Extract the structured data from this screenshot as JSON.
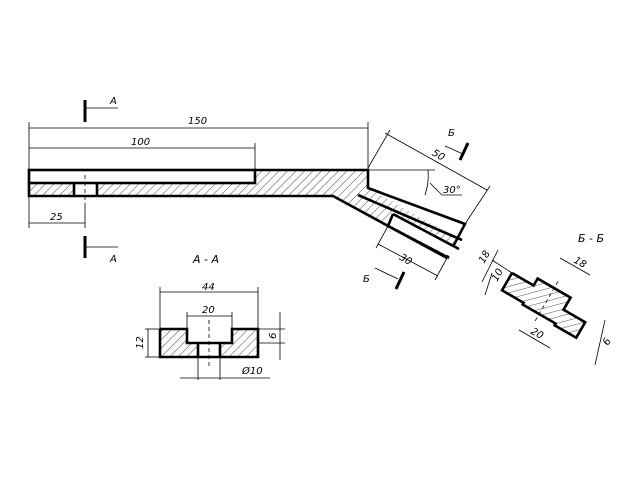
{
  "drawing": {
    "section_mark_a": "А",
    "section_mark_b": "Б",
    "dim_total_length": "150",
    "dim_plate_length": "100",
    "dim_hole_offset": "25",
    "dim_arm_length": "50",
    "dim_angle": "30°",
    "dim_slot_length": "30"
  },
  "section_aa": {
    "title": "А - А",
    "dim_width": "44",
    "dim_pocket_width": "20",
    "dim_height": "12",
    "dim_pocket_depth": "6",
    "dim_hole_diameter": "Ø10"
  },
  "section_bb": {
    "title": "Б - Б",
    "dim_outer_height": "18",
    "dim_inner_height": "10",
    "dim_top_width": "18",
    "dim_bottom_width": "20",
    "dim_thickness": "6"
  }
}
